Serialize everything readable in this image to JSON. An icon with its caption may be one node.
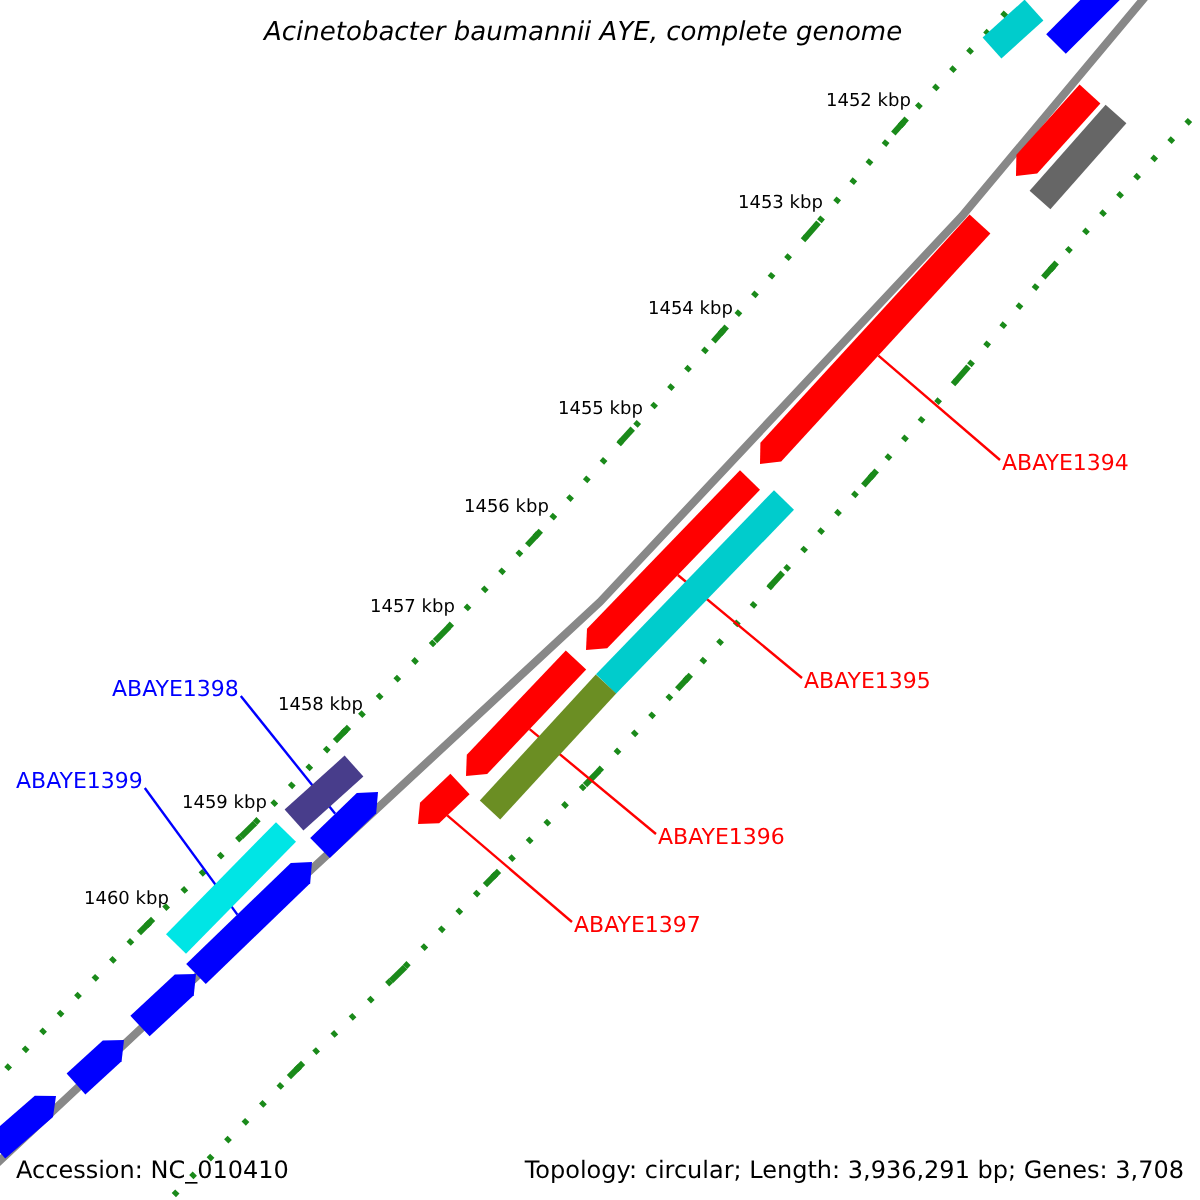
{
  "diagram": {
    "title": "Acinetobacter baumannii AYE, complete genome",
    "nodes": [
      {
        "text": [
          "ABAYE1394"
        ]
      },
      {
        "text": [
          "ABAYE1395"
        ]
      },
      {
        "text": [
          "ABAYE1396"
        ]
      },
      {
        "text": [
          "ABAYE1397"
        ]
      },
      {
        "text": [
          "ABAYE1398"
        ]
      },
      {
        "text": [
          "ABAYE1399"
        ]
      },
      {
        "text": [],
        "shape": "bar"
      },
      {
        "text": [],
        "shape": "arrow"
      },
      {
        "text": [],
        "shape": "arrow"
      },
      {
        "text": [],
        "shape": "bar"
      },
      {
        "text": [],
        "shape": "arrow"
      },
      {
        "text": [],
        "shape": "arrow"
      },
      {
        "text": [],
        "shape": "bar"
      },
      {
        "text": [],
        "shape": "arrow"
      },
      {
        "text": [],
        "shape": "bar"
      },
      {
        "text": [],
        "shape": "bar"
      },
      {
        "text": [],
        "shape": "arrow"
      },
      {
        "text": [],
        "shape": "arrow"
      },
      {
        "text": [],
        "shape": "bar"
      },
      {
        "text": [],
        "shape": "arrow"
      },
      {
        "text": [],
        "shape": "arrow"
      },
      {
        "text": [],
        "shape": "arrow"
      },
      {
        "text": [],
        "shape": "arrow"
      }
    ],
    "edges": [
      {
        "from": 0,
        "to": 10,
        "arrow": "none"
      },
      {
        "from": 1,
        "to": 11,
        "arrow": "none"
      },
      {
        "from": 2,
        "to": 13,
        "arrow": "none"
      },
      {
        "from": 3,
        "to": 16,
        "arrow": "none"
      },
      {
        "from": 4,
        "to": 17,
        "arrow": "none",
        "color": "#0000ff"
      },
      {
        "from": 5,
        "to": 19,
        "arrow": "none",
        "color": "#0000ff"
      }
    ],
    "labels": [
      "1452 kbp",
      "1453 kbp",
      "1454 kbp",
      "1455 kbp",
      "1456 kbp",
      "1457 kbp",
      "1458 kbp",
      "1459 kbp",
      "1460 kbp",
      "Accession: NC_010410",
      "Topology: circular; Length: 3,936,291 bp; Genes: 3,708"
    ]
  }
}
